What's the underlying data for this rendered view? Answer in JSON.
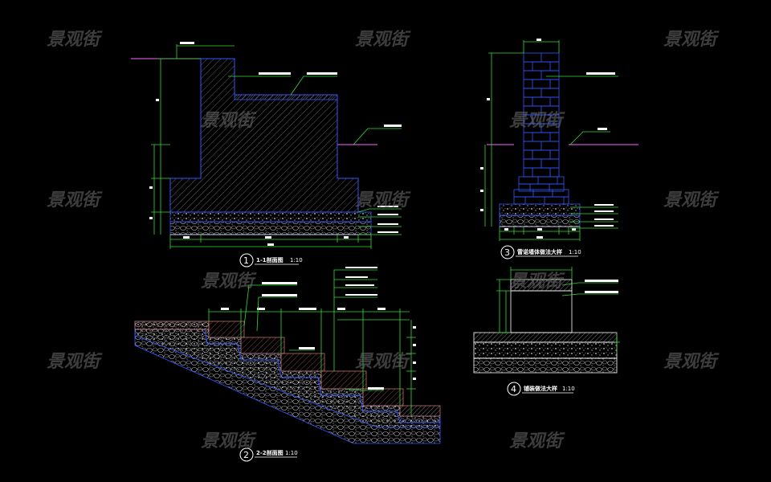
{
  "watermark": "景观街",
  "details": [
    {
      "id": "detail-1",
      "number": "1",
      "title": "1-1剖面图",
      "scale": "1:10"
    },
    {
      "id": "detail-2",
      "number": "2",
      "title": "2-2剖面图",
      "scale": "1:10"
    },
    {
      "id": "detail-3",
      "number": "3",
      "title": "雷诺墙体做法大样",
      "scale": "1:10"
    },
    {
      "id": "detail-4",
      "number": "4",
      "title": "铺装做法大样",
      "scale": "1:10"
    }
  ],
  "colors": {
    "background": "#000000",
    "dimension": "#33dd33",
    "outline": "#3355ff",
    "grade_line": "#ff66ff",
    "hatch": "#7a7a7a",
    "watermark": "#6f6f6f"
  }
}
